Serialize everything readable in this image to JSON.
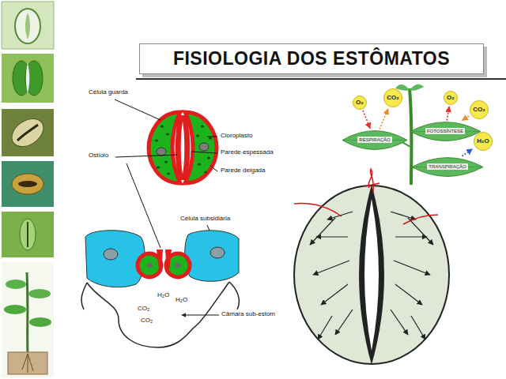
{
  "diagram": {
    "title": "FISIOLOGIA DOS ESTÔMATOS",
    "nodes": [
      {
        "text": [
          "O₂"
        ]
      },
      {
        "text": [
          "CO₂"
        ]
      },
      {
        "text": [
          "O₂"
        ]
      },
      {
        "text": [
          "CO₂"
        ]
      },
      {
        "text": [
          "RESPIRAÇÃO"
        ]
      },
      {
        "text": [
          "FOTOSSÍNTESE"
        ]
      },
      {
        "text": [
          "H₂O"
        ]
      },
      {
        "text": [
          "TRANSPIRAÇÃO"
        ]
      }
    ],
    "edges": [
      {
        "from": 0,
        "to": 4,
        "arrow": "to"
      },
      {
        "from": 4,
        "to": 1,
        "arrow": "to"
      },
      {
        "from": 5,
        "to": 2,
        "arrow": "to"
      },
      {
        "from": 3,
        "to": 5,
        "arrow": "to"
      },
      {
        "from": 7,
        "to": 6,
        "arrow": "to"
      }
    ],
    "labels": [
      "Célula guarda",
      "Cloroplasto",
      "Parede espessada",
      "Parede delgada",
      "Ostíolo",
      "Célula subsidiária",
      "H₂O",
      "H₂O",
      "CO₂",
      "CO₂",
      "Câmara sub-estom"
    ]
  }
}
